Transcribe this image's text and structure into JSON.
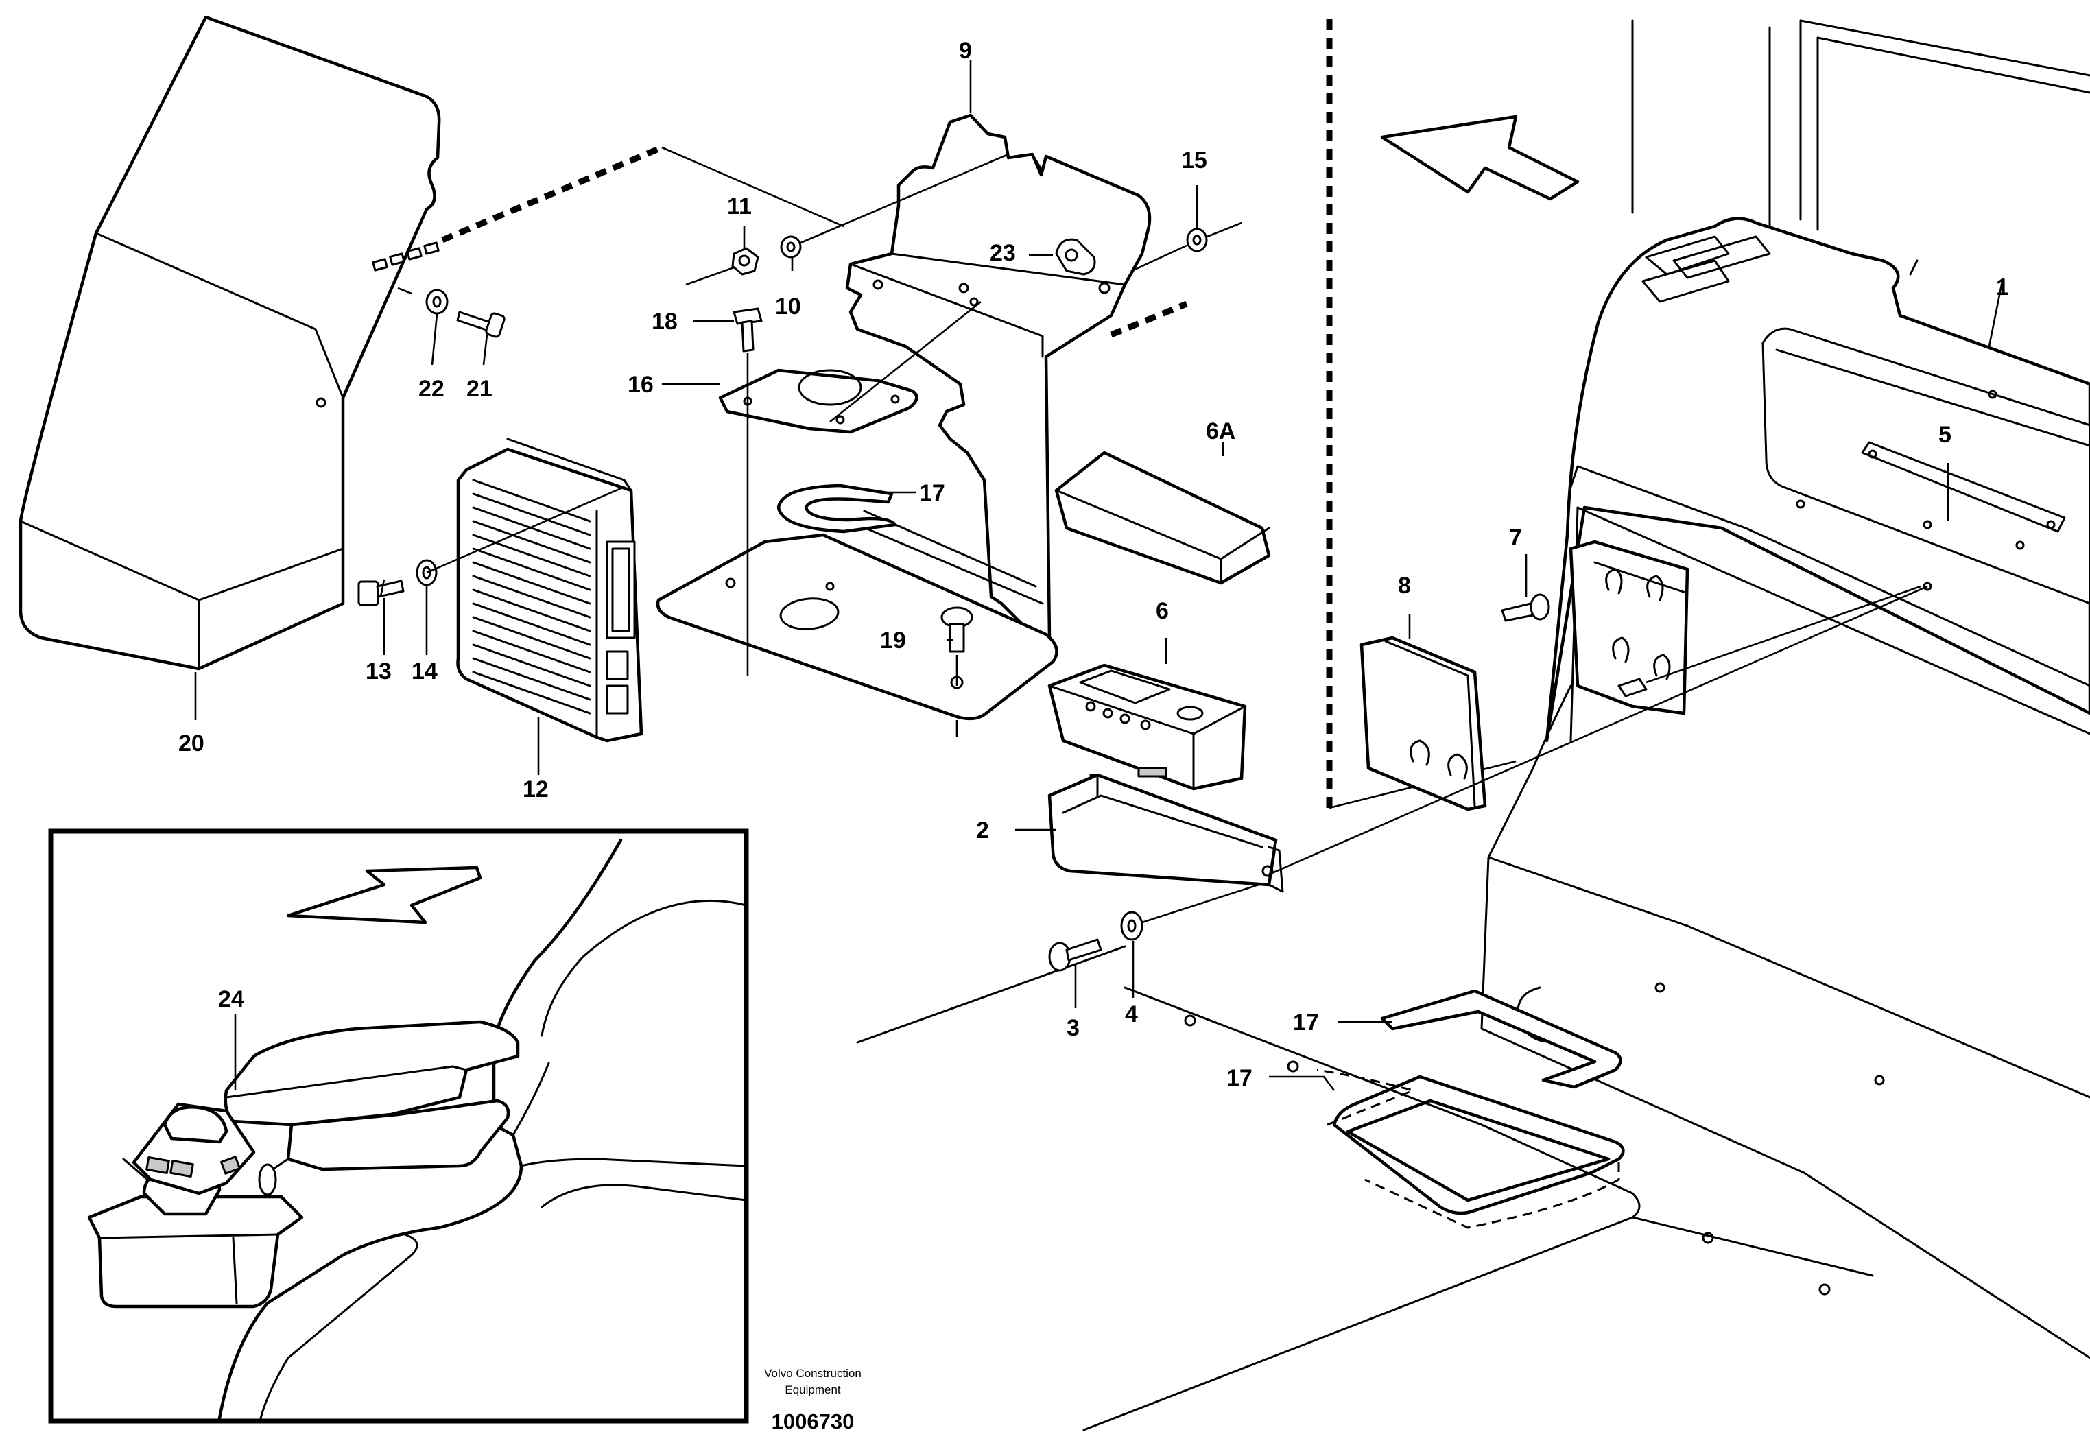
{
  "labels": {
    "n1": "1",
    "n2": "2",
    "n3": "3",
    "n4": "4",
    "n5": "5",
    "n6": "6",
    "n6a": "6A",
    "n7": "7",
    "n8": "8",
    "n9": "9",
    "n10": "10",
    "n11": "11",
    "n12": "12",
    "n13": "13",
    "n14": "14",
    "n15": "15",
    "n16": "16",
    "n17a": "17",
    "n17b": "17",
    "n17c": "17",
    "n18": "18",
    "n19": "19",
    "n20": "20",
    "n21": "21",
    "n22": "22",
    "n23": "23",
    "n24": "24"
  },
  "caption": {
    "line1": "Volvo Construction",
    "line2": "Equipment",
    "number": "1006730"
  }
}
